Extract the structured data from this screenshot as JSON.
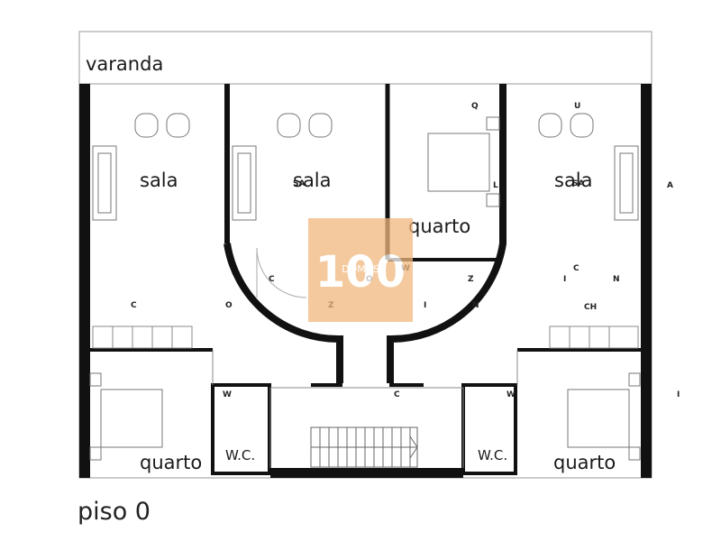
{
  "plan": {
    "top_label": "varanda",
    "floor_label": "piso 0",
    "rooms": {
      "sala_left": "sala",
      "sala_center": "sala",
      "sala_right": "sala",
      "quarto_center": "quarto",
      "quarto_bottom_left": "quarto",
      "quarto_bottom_right": "quarto",
      "wc_left": "W.C.",
      "wc_right": "W.C."
    },
    "markers": {
      "q": "Q",
      "u": "U",
      "l": "L",
      "a": "A",
      "c1": "C",
      "c2": "C",
      "c3": "C",
      "c4": "C",
      "ch": "CH",
      "o1": "O",
      "o2": "O",
      "z1": "Z",
      "z2": "Z",
      "n1": "N",
      "n2": "N",
      "i1": "I",
      "i2": "I",
      "i3": "I",
      "w1": "W",
      "w2": "W",
      "w3": "W",
      "sa": "SA",
      "sa2": "SA"
    },
    "watermark": {
      "number": "100",
      "brand": "DOMUS",
      "color": "#f1b77d"
    }
  }
}
